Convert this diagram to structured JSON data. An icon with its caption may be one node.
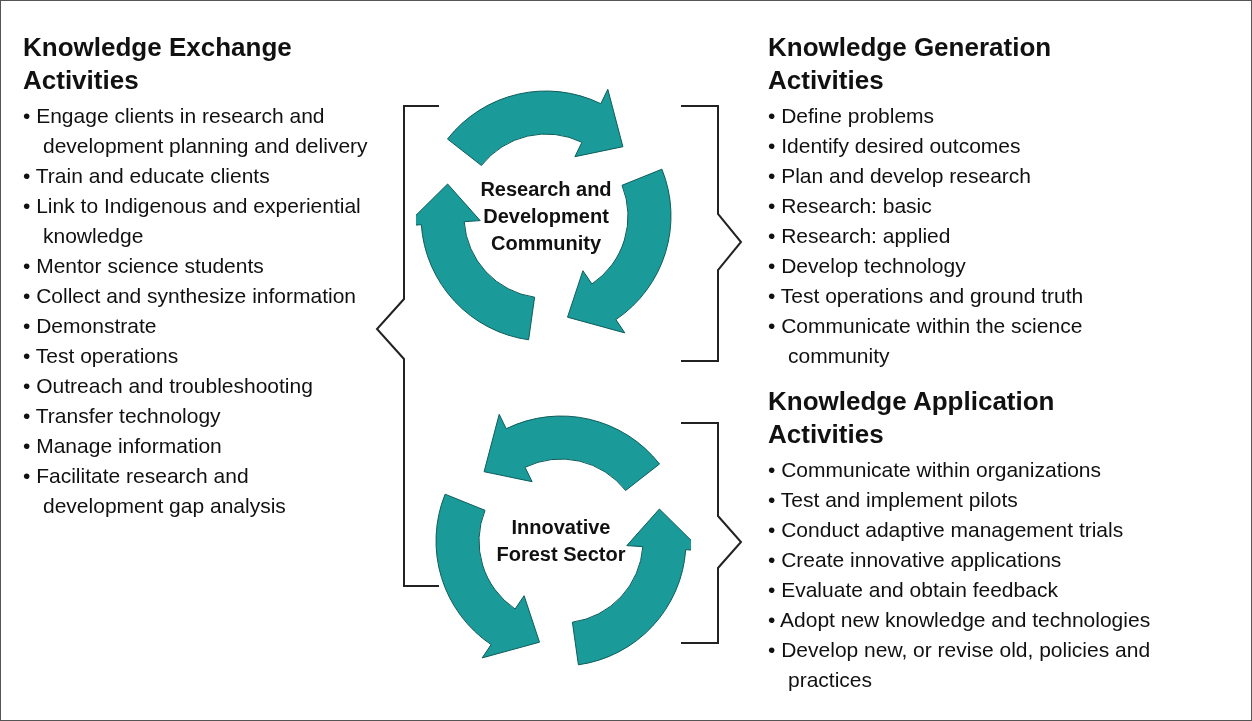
{
  "diagram": {
    "nodes": [
      {
        "text": [
          "Research and Development Community"
        ]
      },
      {
        "text": [
          "Innovative Forest Sector"
        ]
      }
    ],
    "labels": [
      "Knowledge Exchange Activities",
      "• Engage clients in research and development planning and delivery",
      "• Train and educate clients",
      "• Link to Indigenous and experiential knowledge",
      "• Mentor science students",
      "• Collect and synthesize information",
      "• Demonstrate",
      "• Test operations",
      "• Outreach and troubleshooting",
      "• Transfer technology",
      "• Manage information",
      "• Facilitate research and development gap analysis",
      "Knowledge Generation Activities",
      "• Define problems",
      "• Identify desired outcomes",
      "• Plan and develop research",
      "• Research: basic",
      "• Research: applied",
      "• Develop technology",
      "• Test operations and ground truth",
      "• Communicate within the science community",
      "Knowledge Application Activities",
      "• Communicate within organizations",
      "• Test and implement pilots",
      "• Conduct adaptive management trials",
      "• Create innovative applications",
      "• Evaluate and obtain feedback",
      "• Adopt new knowledge and technologies",
      "• Develop new, or revise old, policies and practices"
    ]
  }
}
